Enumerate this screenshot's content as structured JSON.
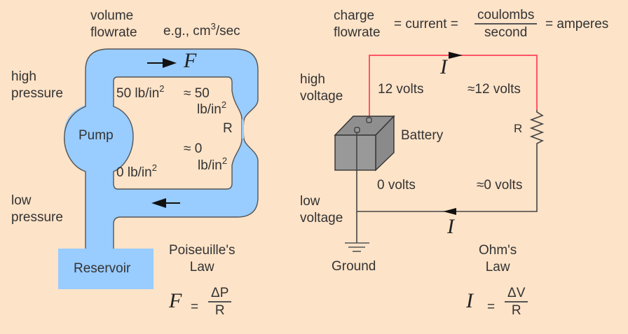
{
  "colors": {
    "background": "#fde3c8",
    "fluid": "#99ccff",
    "outline": "#555555",
    "high_wire": "#ff5566",
    "low_wire": "#555555",
    "battery": "#999999",
    "text": "#333333"
  },
  "left_panel": {
    "volume_flowrate": [
      "volume",
      "flowrate"
    ],
    "units_prefix": "e.g., cm",
    "units_exp": "3",
    "units_suffix": "/sec",
    "flow_symbol": "F",
    "high_pressure": [
      "high",
      "pressure"
    ],
    "low_pressure": [
      "low",
      "pressure"
    ],
    "pump_label": "Pump",
    "reservoir_label": "Reservoir",
    "p_high": "50 lb/in",
    "p_high_exp": "2",
    "p_high_approx": "≈ 50",
    "p_high_approx_unit": "lb/in",
    "p_low": "0 lb/in",
    "p_low_exp": "2",
    "p_low_approx": "≈ 0",
    "p_low_approx_unit": "lb/in",
    "unit_exp": "2",
    "resistance_label": "R",
    "law_name": [
      "Poiseuille's",
      "Law"
    ],
    "formula": {
      "lhs": "F",
      "eq": "=",
      "num": "ΔP",
      "den": "R"
    }
  },
  "right_panel": {
    "charge_flowrate": [
      "charge",
      "flowrate"
    ],
    "eq_current": "= current =",
    "frac_num": "coulombs",
    "frac_den": "second",
    "eq_amperes": "= amperes",
    "current_symbol": "I",
    "high_voltage": [
      "high",
      "voltage"
    ],
    "low_voltage": [
      "low",
      "voltage"
    ],
    "v_high": "12 volts",
    "v_high_approx": "≈12 volts",
    "v_low": "0 volts",
    "v_low_approx": "≈0 volts",
    "battery_label": "Battery",
    "resistor_label": "R",
    "ground_label": "Ground",
    "law_name": [
      "Ohm's",
      "Law"
    ],
    "formula": {
      "lhs": "I",
      "eq": "=",
      "num": "ΔV",
      "den": "R"
    }
  }
}
